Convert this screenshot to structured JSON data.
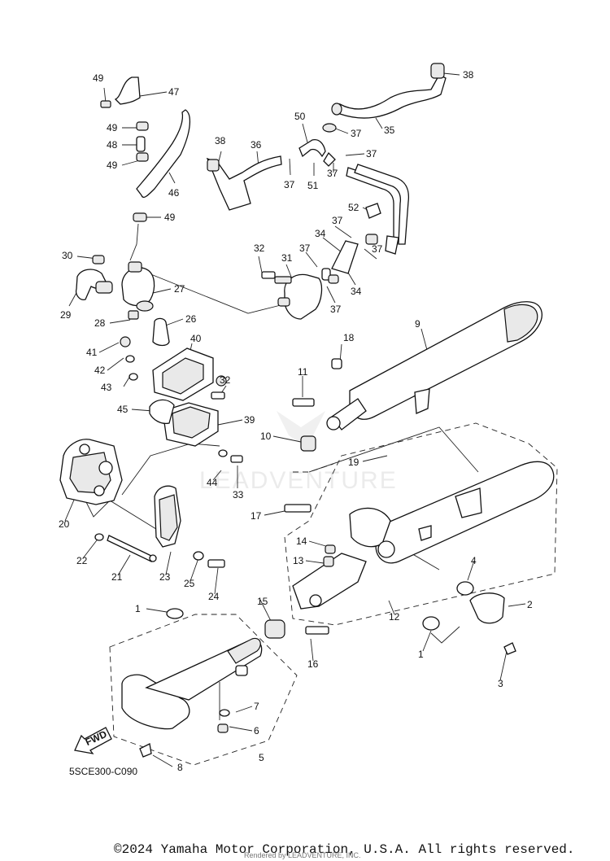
{
  "diagram_code": "5SCE300-C090",
  "fwd_label": "FWD",
  "watermark": "LEADVENTURE",
  "copyright": "©2024 Yamaha Motor Corporation, U.S.A. All rights reserved.",
  "rendered_by": "Rendered by LEADVENTURE, INC.",
  "callouts": [
    "49",
    "47",
    "49",
    "48",
    "49",
    "46",
    "49",
    "38",
    "36",
    "50",
    "37",
    "37",
    "35",
    "38",
    "37",
    "37",
    "51",
    "37",
    "52",
    "37",
    "32",
    "31",
    "37",
    "34",
    "37",
    "34",
    "30",
    "29",
    "27",
    "28",
    "26",
    "37",
    "18",
    "9",
    "41",
    "40",
    "42",
    "43",
    "32",
    "11",
    "45",
    "39",
    "10",
    "44",
    "33",
    "19",
    "20",
    "17",
    "14",
    "13",
    "22",
    "21",
    "23",
    "25",
    "24",
    "4",
    "2",
    "12",
    "1",
    "15",
    "16",
    "1",
    "3",
    "7",
    "6",
    "5",
    "8"
  ]
}
